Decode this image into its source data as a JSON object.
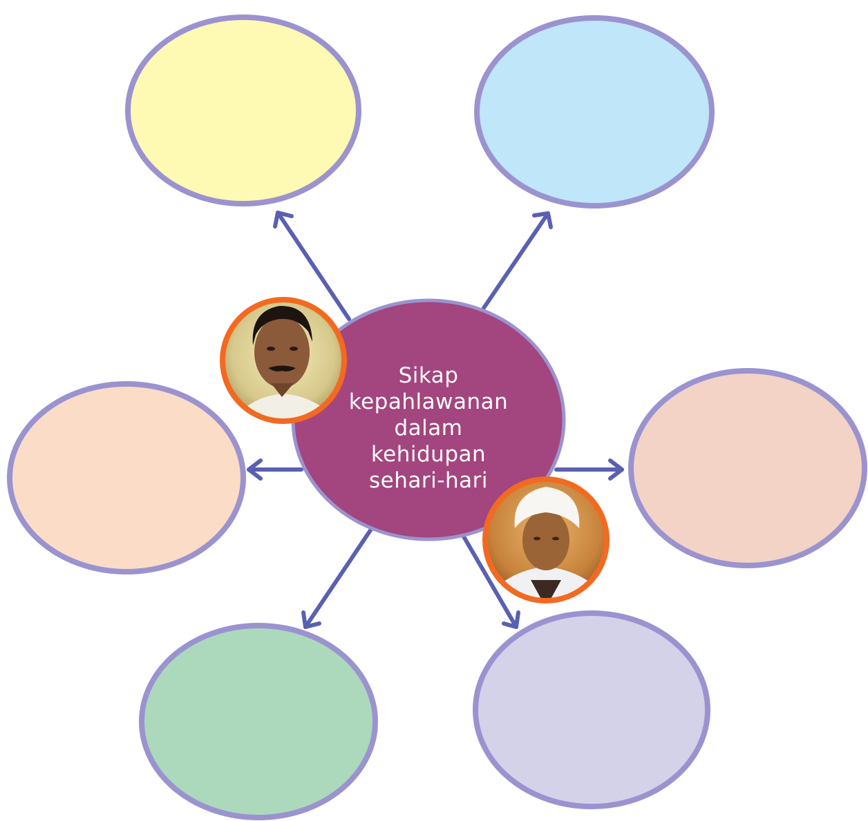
{
  "center": {
    "lines": [
      "Sikap",
      "kepahlawanan",
      "dalam",
      "kehidupan",
      "sehari-hari"
    ],
    "fill": "#a3457f",
    "stroke": "#9b93cf"
  },
  "bubbles": [
    {
      "id": "top-left",
      "fill": "#fef9b3"
    },
    {
      "id": "top-right",
      "fill": "#bfe6f9"
    },
    {
      "id": "middle-left",
      "fill": "#fbdcc7"
    },
    {
      "id": "middle-right",
      "fill": "#f3d3c6"
    },
    {
      "id": "bottom-left",
      "fill": "#acd9bb"
    },
    {
      "id": "bottom-right",
      "fill": "#d3d2e9"
    }
  ],
  "bubble_border": "#9b93cf",
  "arrow_color": "#5a60b1",
  "portrait_ring": "#f26a21",
  "portraits": [
    {
      "id": "hero-portrait-left",
      "subject": "man with mustache, dark hair"
    },
    {
      "id": "hero-portrait-right",
      "subject": "man wearing white turban"
    }
  ]
}
